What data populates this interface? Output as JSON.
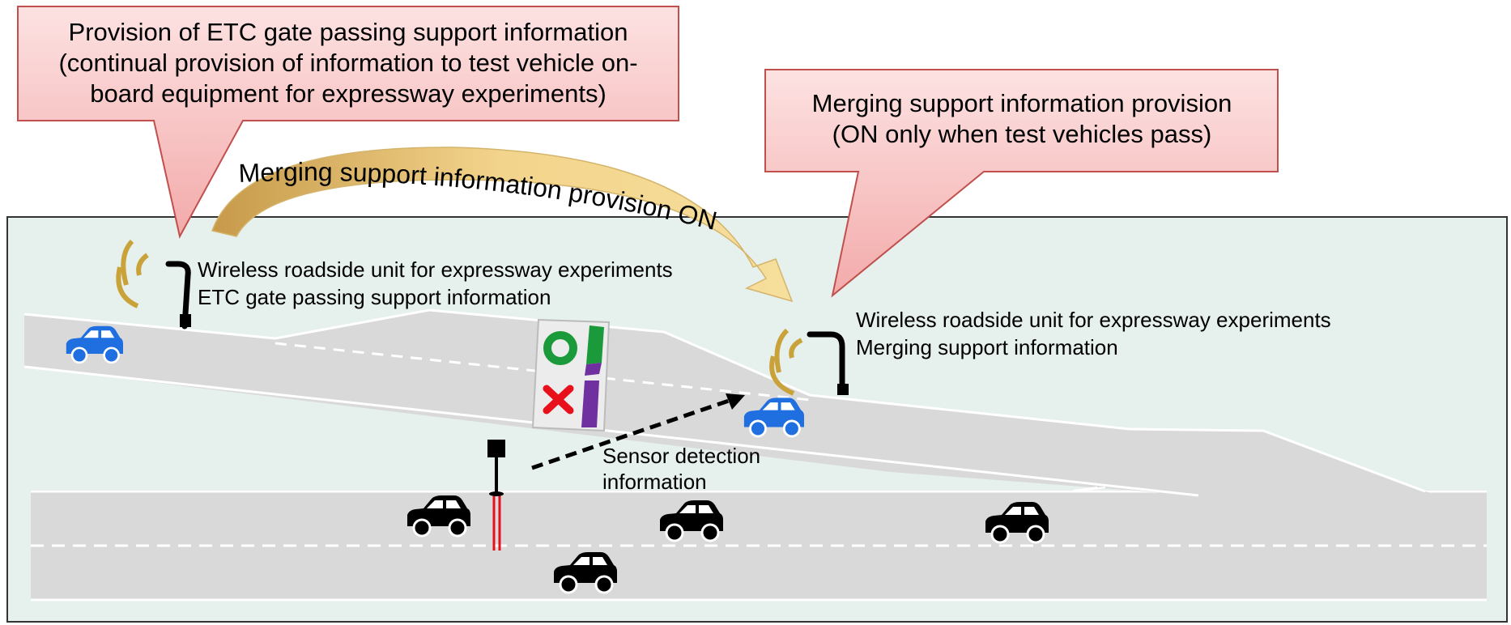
{
  "callouts": {
    "etc": {
      "lines": [
        "Provision of ETC gate passing support information",
        "(continual provision of information to test vehicle on-",
        "board equipment for expressway experiments)"
      ]
    },
    "merge": {
      "lines": [
        "Merging support information provision",
        "(ON only when test vehicles pass)"
      ]
    }
  },
  "arc_label": "Merging support information provision ON",
  "rsu_etc": {
    "line1": "Wireless roadside unit for expressway experiments",
    "line2": "ETC gate passing support information"
  },
  "rsu_merge": {
    "line1": "Wireless roadside unit for expressway experiments",
    "line2": "Merging support information"
  },
  "sensor": {
    "line1": "Sensor detection",
    "line2": "information"
  },
  "colors": {
    "panel_bg": "#e6f0ec",
    "road": "#d9d9d9",
    "callout_fill": "#f7c9c9",
    "callout_border": "#c0504d",
    "test_vehicle": "#1f6fe0",
    "vehicle": "#000000",
    "signal_arc": "#c9a23a",
    "arrow": "#e7c36a",
    "sign_green": "#1a9a3a",
    "sign_red": "#e8101a",
    "sign_purple": "#7030a0"
  }
}
